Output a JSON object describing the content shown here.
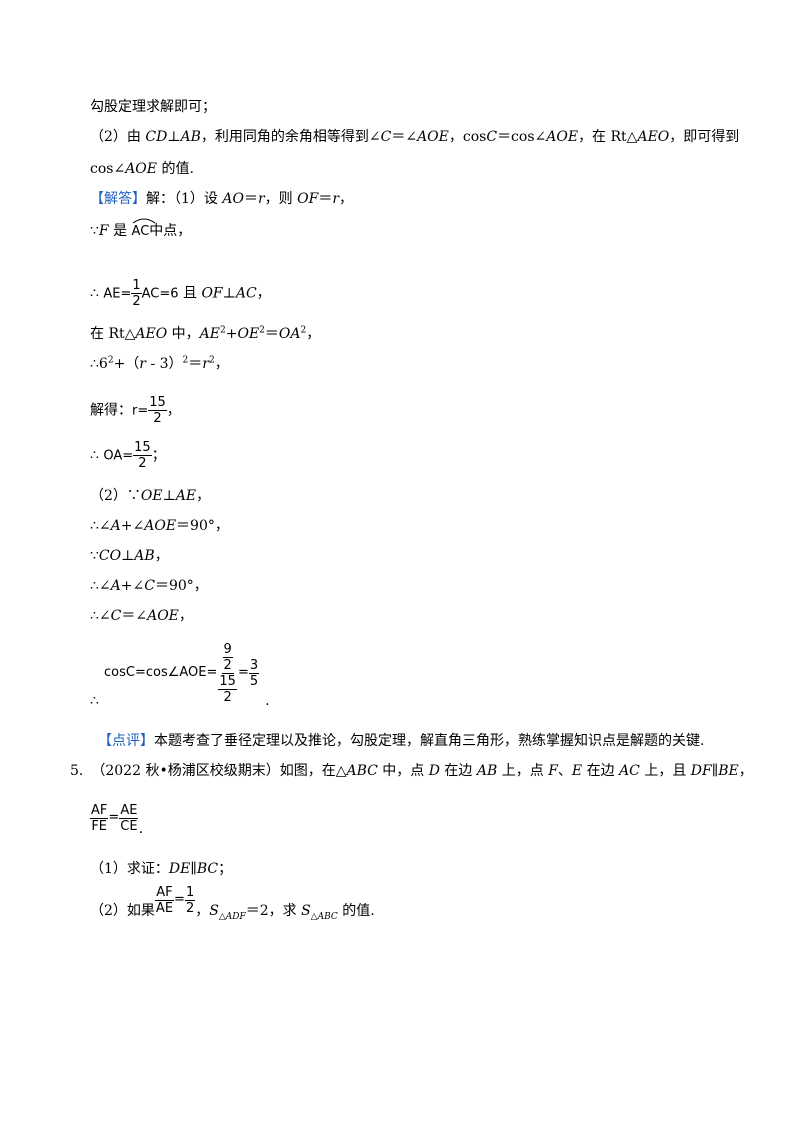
{
  "lines": {
    "l1": "勾股定理求解即可；",
    "l2": {
      "a": "（2）由 ",
      "cd": "CD",
      "b": "⊥",
      "ab": "AB",
      "c": "，利用同角的余角相等得到∠",
      "c1": "C",
      "d": "＝∠",
      "aoe1": "AOE",
      "e": "，cos",
      "c2": "C",
      "f": "＝cos∠",
      "aoe2": "AOE",
      "g": "，在 Rt△",
      "aeo": "AEO",
      "h": "，即可得到"
    },
    "l3": {
      "a": "cos∠",
      "aoe": "AOE",
      "b": " 的值."
    },
    "l4": {
      "tag": "【解答】",
      "a": "解：（1）设 ",
      "ao": "AO",
      "b": "＝",
      "r1": "r",
      "c": "，则 ",
      "of": "OF",
      "d": "＝",
      "r2": "r",
      "e": "，"
    },
    "l5": {
      "a": "∵",
      "f": "F",
      "b": " 是 ",
      "arc": "AC",
      "c": "中点，"
    },
    "l6": {
      "a": "∴ ",
      "lhs": "AE=",
      "num": "1",
      "den": "2",
      "rhs": "AC=6",
      "b": " 且 ",
      "of": "OF",
      "c": "⊥",
      "ac": "AC",
      "d": "，"
    },
    "l7": {
      "a": "在 Rt△",
      "aeo": "AEO",
      "b": " 中，",
      "ae": "AE",
      "sup1": "2",
      "c": "+",
      "oe": "OE",
      "sup2": "2",
      "d": "＝",
      "oa": "OA",
      "sup3": "2",
      "e": "，"
    },
    "l8": {
      "a": "∴6",
      "sup1": "2",
      "b": "+（",
      "r1": "r",
      "c": " - 3）",
      "sup2": "2",
      "d": "＝",
      "r2": "r",
      "sup3": "2",
      "e": "，"
    },
    "l9": {
      "a": "解得：",
      "lhs": "r=",
      "num": "15",
      "den": "2",
      "b": "，"
    },
    "l10": {
      "a": "∴ ",
      "lhs": "OA=",
      "num": "15",
      "den": "2",
      "b": "；"
    },
    "l11": {
      "a": "（2）∵",
      "oe": "OE",
      "b": "⊥",
      "ae": "AE",
      "c": "，"
    },
    "l12": {
      "a": "∴∠",
      "a1": "A",
      "b": "+∠",
      "aoe": "AOE",
      "c": "＝90°，"
    },
    "l13": {
      "a": "∵",
      "co": "CO",
      "b": "⊥",
      "ab": "AB",
      "c": "，"
    },
    "l14": {
      "a": "∴∠",
      "a1": "A",
      "b": "+∠",
      "c1": "C",
      "c": "＝90°，"
    },
    "l15": {
      "a": "∴∠",
      "c1": "C",
      "b": "＝∠",
      "aoe": "AOE",
      "c": "，"
    },
    "l16": {
      "a": "∴",
      "lhs": "cosC=cos∠AOE=",
      "n1": "9",
      "d1": "2",
      "n2": "15",
      "d2": "2",
      "eq": "=",
      "n3": "3",
      "d3": "5",
      "end": "."
    },
    "l17": {
      "tag": "【点评】",
      "a": "本题考查了垂径定理以及推论，勾股定理，解直角三角形，熟练掌握知识点是解题的关键."
    },
    "l18": {
      "num": "5.",
      "a": "（2022 秋•杨浦区校级期末）如图，在△",
      "abc": "ABC",
      "b": " 中，点 ",
      "d1": "D",
      "c": " 在边 ",
      "ab": "AB",
      "d": " 上，点 ",
      "f": "F",
      "e": "、",
      "e1": "E",
      "g": " 在边 ",
      "ac": "AC",
      "h": " 上，且 ",
      "df": "DF",
      "i": "∥",
      "be": "BE",
      "j": "，"
    },
    "l19": {
      "n1": "AF",
      "d1": "FE",
      "eq": "=",
      "n2": "AE",
      "d2": "CE",
      "end": "."
    },
    "l20": {
      "a": "（1）求证：",
      "de": "DE",
      "b": "∥",
      "bc": "BC",
      "c": "；"
    },
    "l21": {
      "a": "（2）如果 ",
      "n1": "AF",
      "d1": "AE",
      "eq": "=",
      "n2": "1",
      "d2": "2",
      "b": "，",
      "s1": "S",
      "sub1": "△ADF",
      "c": "＝2，求 ",
      "s2": "S",
      "sub2": "△ABC",
      "d": " 的值."
    }
  },
  "colors": {
    "tag": "#1f5fbf",
    "text": "#000000"
  }
}
